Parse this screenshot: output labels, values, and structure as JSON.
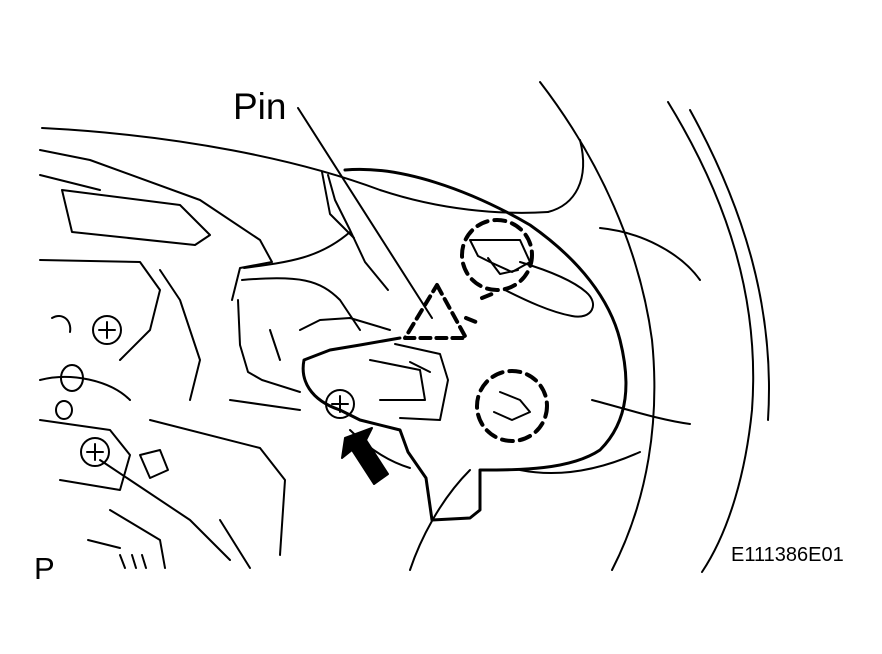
{
  "labels": {
    "pin": "Pin",
    "view_letter": "P",
    "figure_code": "E111386E01"
  },
  "colors": {
    "ink": "#000000",
    "paper": "#ffffff"
  }
}
